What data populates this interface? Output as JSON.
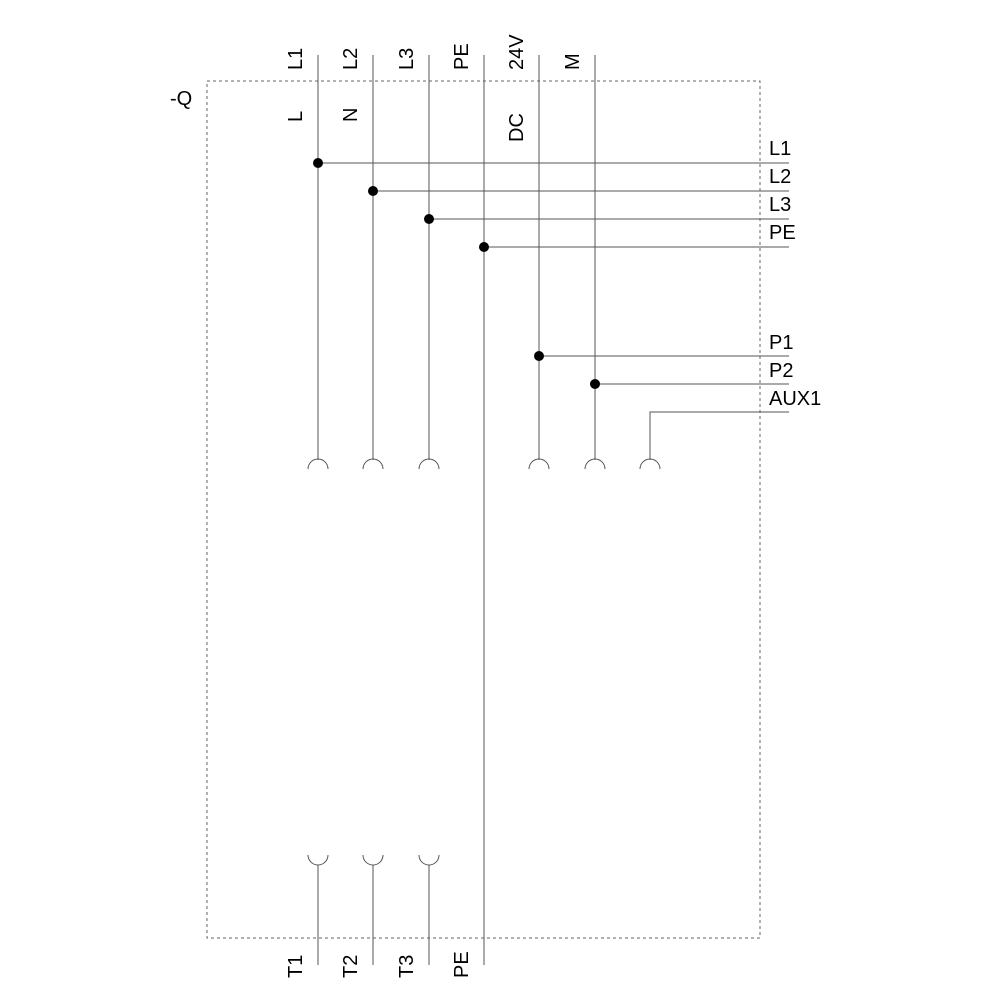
{
  "device_tag": "-Q",
  "top_terminals": [
    "L1",
    "L2",
    "L3",
    "PE",
    "24V",
    "M"
  ],
  "inner_labels": {
    "l": "L",
    "n": "N",
    "dc": "DC"
  },
  "right_labels": [
    "L1",
    "L2",
    "L3",
    "PE",
    "P1",
    "P2",
    "AUX1"
  ],
  "bottom_terminals": [
    "T1",
    "T2",
    "T3",
    "PE"
  ]
}
